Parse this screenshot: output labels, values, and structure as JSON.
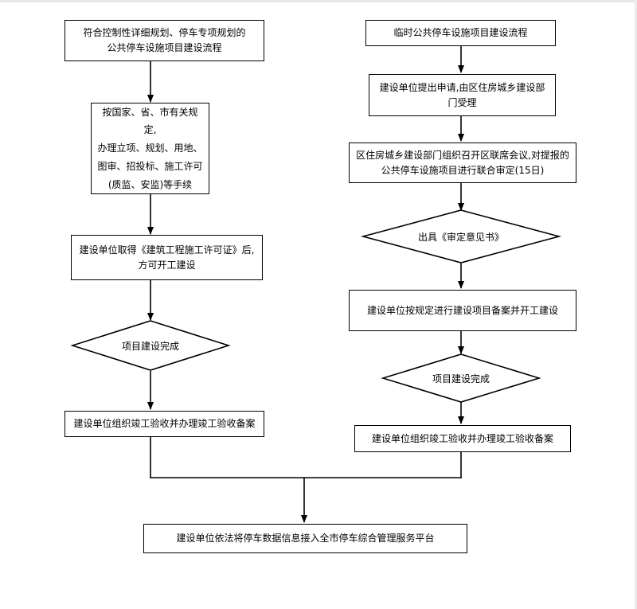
{
  "left": {
    "box1": {
      "line1": "符合控制性详细规划、停车专项规划的",
      "line2": "公共停车设施项目建设流程"
    },
    "box2": {
      "line1": "按国家、省、市有关规定,",
      "line2": "办理立项、规划、用地、",
      "line3": "图审、招投标、施工许可",
      "line4": "(质监、安监)等手续"
    },
    "box3": {
      "line1": "建设单位取得《建筑工程施工许可证》后,",
      "line2": "方可开工建设"
    },
    "diamond": "项目建设完成",
    "box4": "建设单位组织竣工验收并办理竣工验收备案"
  },
  "right": {
    "box1": "临时公共停车设施项目建设流程",
    "box2": {
      "line1": "建设单位提出申请,由区住房城乡建设部",
      "line2": "门受理"
    },
    "box3": {
      "line1": "区住房城乡建设部门组织召开区联席会议,对提报的",
      "line2": "公共停车设施项目进行联合审定(15日)"
    },
    "diamond1": "出具《审定意见书》",
    "box4": "建设单位按规定进行建设项目备案并开工建设",
    "diamond2": "项目建设完成",
    "box5": "建设单位组织竣工验收并办理竣工验收备案"
  },
  "final": "建设单位依法将停车数据信息接入全市停车综合管理服务平台"
}
